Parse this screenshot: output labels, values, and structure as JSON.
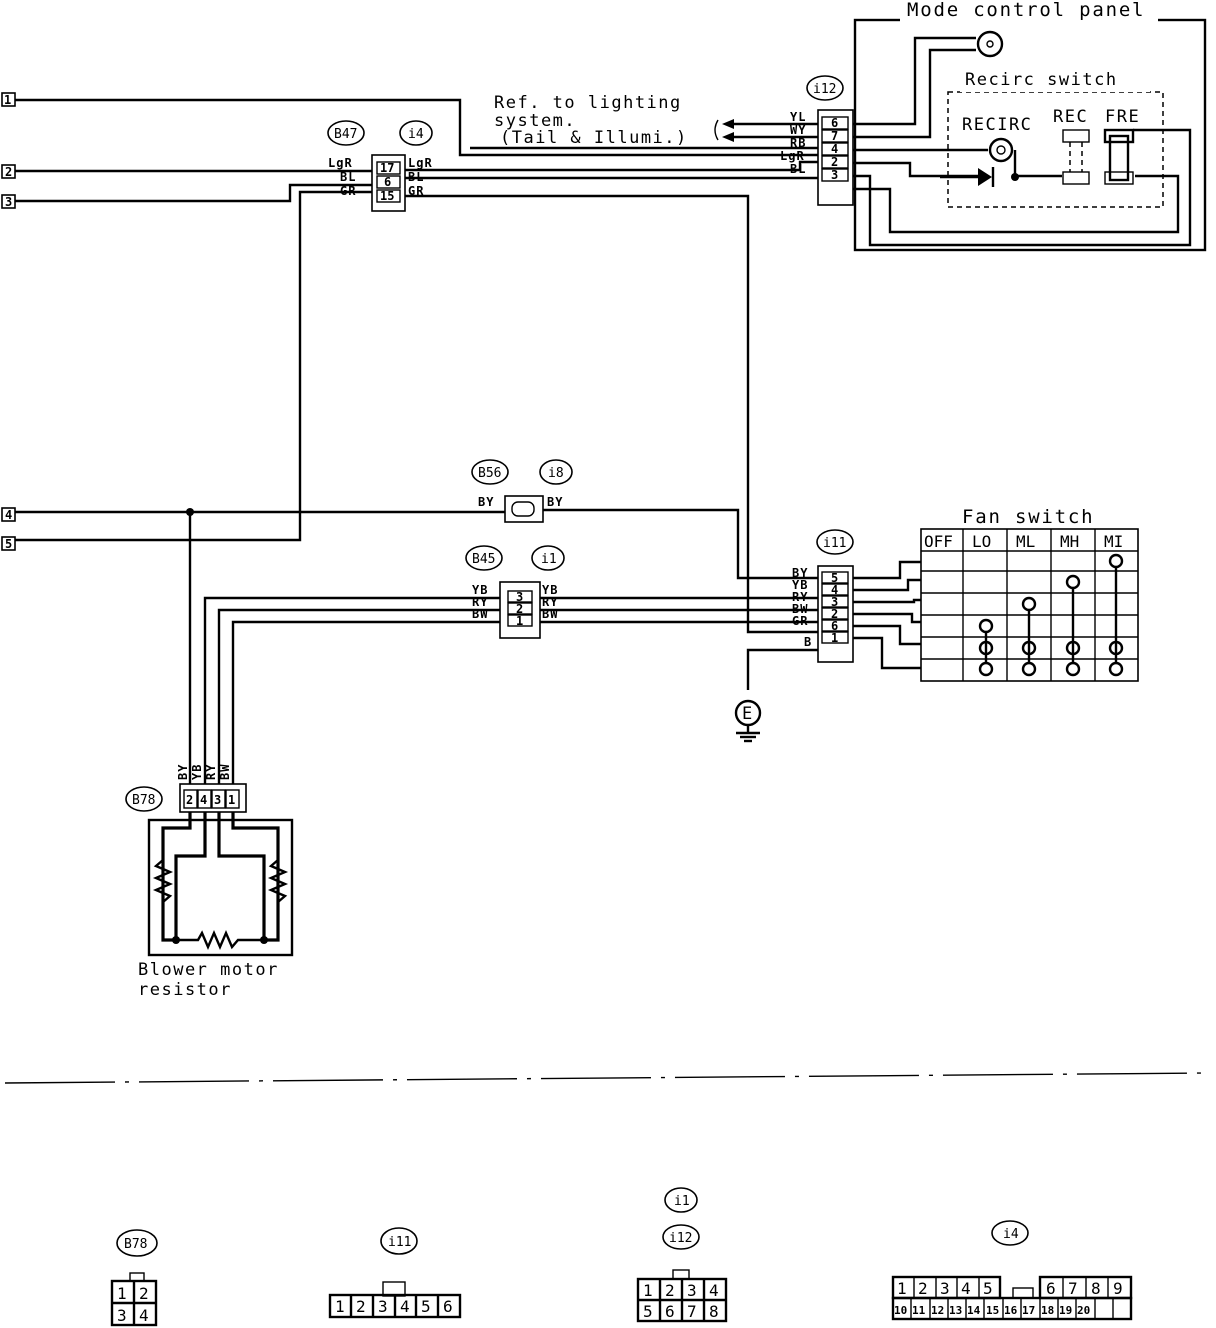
{
  "terminals": [
    "1",
    "2",
    "3",
    "4",
    "5"
  ],
  "labels": {
    "mode_panel": "Mode control panel",
    "recirc_switch": "Recirc switch",
    "recirc": "RECIRC",
    "rec": "REC",
    "fre": "FRE",
    "ref_line1": "Ref. to lighting",
    "ref_line2": "system.",
    "ref_line3": "(Tail & Illumi.)",
    "fan_switch": "Fan switch",
    "blower_line1": "Blower motor",
    "blower_line2": "resistor",
    "ground": "E"
  },
  "connectors": {
    "b47": "B47",
    "i4": "i4",
    "i12": "i12",
    "b56": "B56",
    "i8": "i8",
    "b45": "B45",
    "i1": "i1",
    "i11": "i11",
    "b78": "B78"
  },
  "wire_colors": {
    "lgr": "LgR",
    "bl": "BL",
    "gr": "GR",
    "yl": "YL",
    "wy": "WY",
    "rb": "RB",
    "by": "BY",
    "yb": "YB",
    "ry": "RY",
    "bw": "BW",
    "b": "B"
  },
  "pins": {
    "i4": [
      "17",
      "6",
      "15"
    ],
    "i12": [
      "6",
      "7",
      "4",
      "2",
      "3"
    ],
    "i1": [
      "3",
      "2",
      "1"
    ],
    "i11": [
      "5",
      "4",
      "3",
      "2",
      "6",
      "1"
    ],
    "b78": [
      "2",
      "4",
      "3",
      "1"
    ]
  },
  "fan_switch_headers": [
    "OFF",
    "LO",
    "ML",
    "MH",
    "MI"
  ],
  "legend": {
    "b78_label": "B78",
    "b78_pins": [
      "1",
      "2",
      "3",
      "4"
    ],
    "i11_label": "i11",
    "i11_pins": [
      "1",
      "2",
      "3",
      "4",
      "5",
      "6"
    ],
    "i1_label": "i1",
    "i12_label": "i12",
    "i12_pins": [
      "1",
      "2",
      "3",
      "4",
      "5",
      "6",
      "7",
      "8"
    ],
    "i4_label": "i4",
    "i4_pins": [
      "1",
      "2",
      "3",
      "4",
      "5",
      "6",
      "7",
      "8",
      "9",
      "10",
      "11",
      "12",
      "13",
      "14",
      "15",
      "16",
      "17",
      "18",
      "19",
      "20"
    ]
  }
}
